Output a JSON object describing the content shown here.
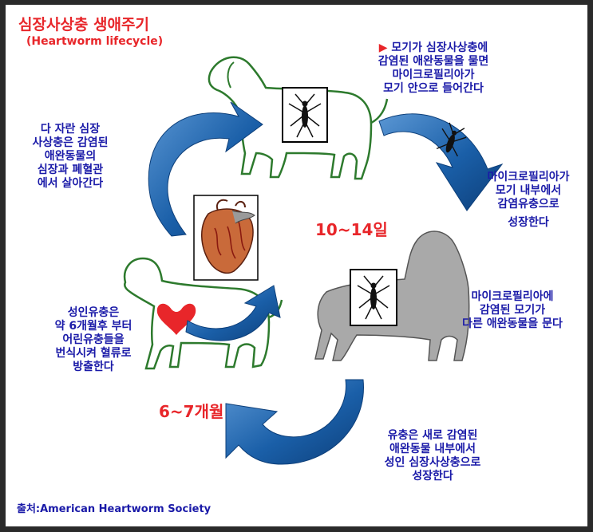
{
  "diagram": {
    "title": "심장사상충 생애주기",
    "subtitle": "(Heartworm lifecycle)",
    "labels": {
      "days": "10~14일",
      "months": "6~7개월"
    },
    "steps": [
      {
        "marker": "▶",
        "lines": [
          "모기가 심장사상충에",
          "감염된 애완동물을 물면",
          "마이크로필리아가",
          "모기 안으로 들어간다"
        ]
      },
      {
        "lines": [
          "마이크로필리아가",
          "모기 내부에서",
          "감염유충으로",
          "성장한다"
        ]
      },
      {
        "lines": [
          "마이크로필리아에",
          "감염된 모기가",
          "다른 애완동물을 문다"
        ]
      },
      {
        "lines": [
          "유충은 새로 감염된",
          "애완동물 내부에서",
          "성인 심장사상충으로",
          "성장한다"
        ]
      },
      {
        "lines": [
          "성인유충은",
          "약 6개월후 부터",
          "어린유충들을",
          "번식시켜 혈류로",
          "방출한다"
        ]
      },
      {
        "lines": [
          "다 자란 심장",
          "사상충은 감염된",
          "애완동물의",
          "심장과 폐혈관",
          "에서 살아간다"
        ]
      }
    ],
    "source": "출처:American Heartworm Society",
    "colors": {
      "title": "#e8262a",
      "text": "#1a1aa8",
      "arrow": "#1a5fa8",
      "dog_outline": "#2d7a2d",
      "infected_dog": "#a9a9a9",
      "heart": "#e8262a"
    }
  }
}
